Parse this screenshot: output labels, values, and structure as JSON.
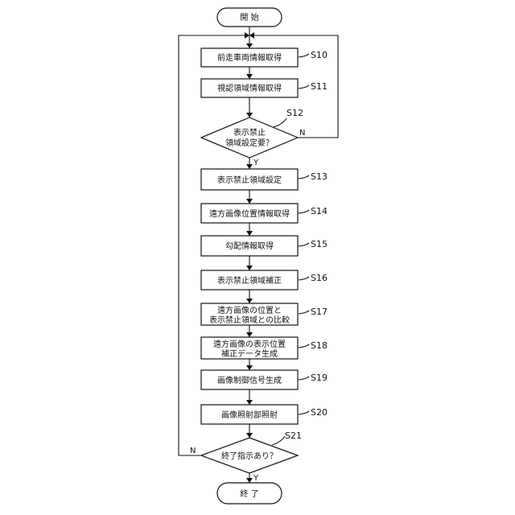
{
  "start": "開 始",
  "end": "終 了",
  "steps": [
    {
      "id": "S10",
      "lines": [
        "前走車両情報取得"
      ]
    },
    {
      "id": "S11",
      "lines": [
        "視認領域情報取得"
      ]
    },
    {
      "id": "S12",
      "lines": [
        "表示禁止",
        "領域設定要？"
      ],
      "no": "N",
      "yes": "Y"
    },
    {
      "id": "S13",
      "lines": [
        "表示禁止領域設定"
      ]
    },
    {
      "id": "S14",
      "lines": [
        "遠方画像位置情報取得"
      ]
    },
    {
      "id": "S15",
      "lines": [
        "勾配情報取得"
      ]
    },
    {
      "id": "S16",
      "lines": [
        "表示禁止領域補正"
      ]
    },
    {
      "id": "S17",
      "lines": [
        "遠方画像の位置と",
        "表示禁止領域との比較"
      ]
    },
    {
      "id": "S18",
      "lines": [
        "遠方画像の表示位置",
        "補正データ生成"
      ]
    },
    {
      "id": "S19",
      "lines": [
        "画像制御信号生成"
      ]
    },
    {
      "id": "S20",
      "lines": [
        "画像照射部照射"
      ]
    },
    {
      "id": "S21",
      "lines": [
        "終了指示あり？"
      ],
      "no": "N",
      "yes": "Y"
    }
  ]
}
